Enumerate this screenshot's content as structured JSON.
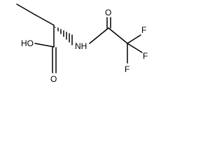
{
  "molecule": {
    "labels": {
      "hydroxyl": "HO",
      "amide_nh": "NH",
      "carboxyl_o": "O",
      "amide_o": "O",
      "fluorine_top": "F",
      "fluorine_right": "F",
      "fluorine_bottom": "F"
    }
  },
  "colors": {
    "bond": "#000000",
    "text": "#000000",
    "background": "#ffffff"
  }
}
